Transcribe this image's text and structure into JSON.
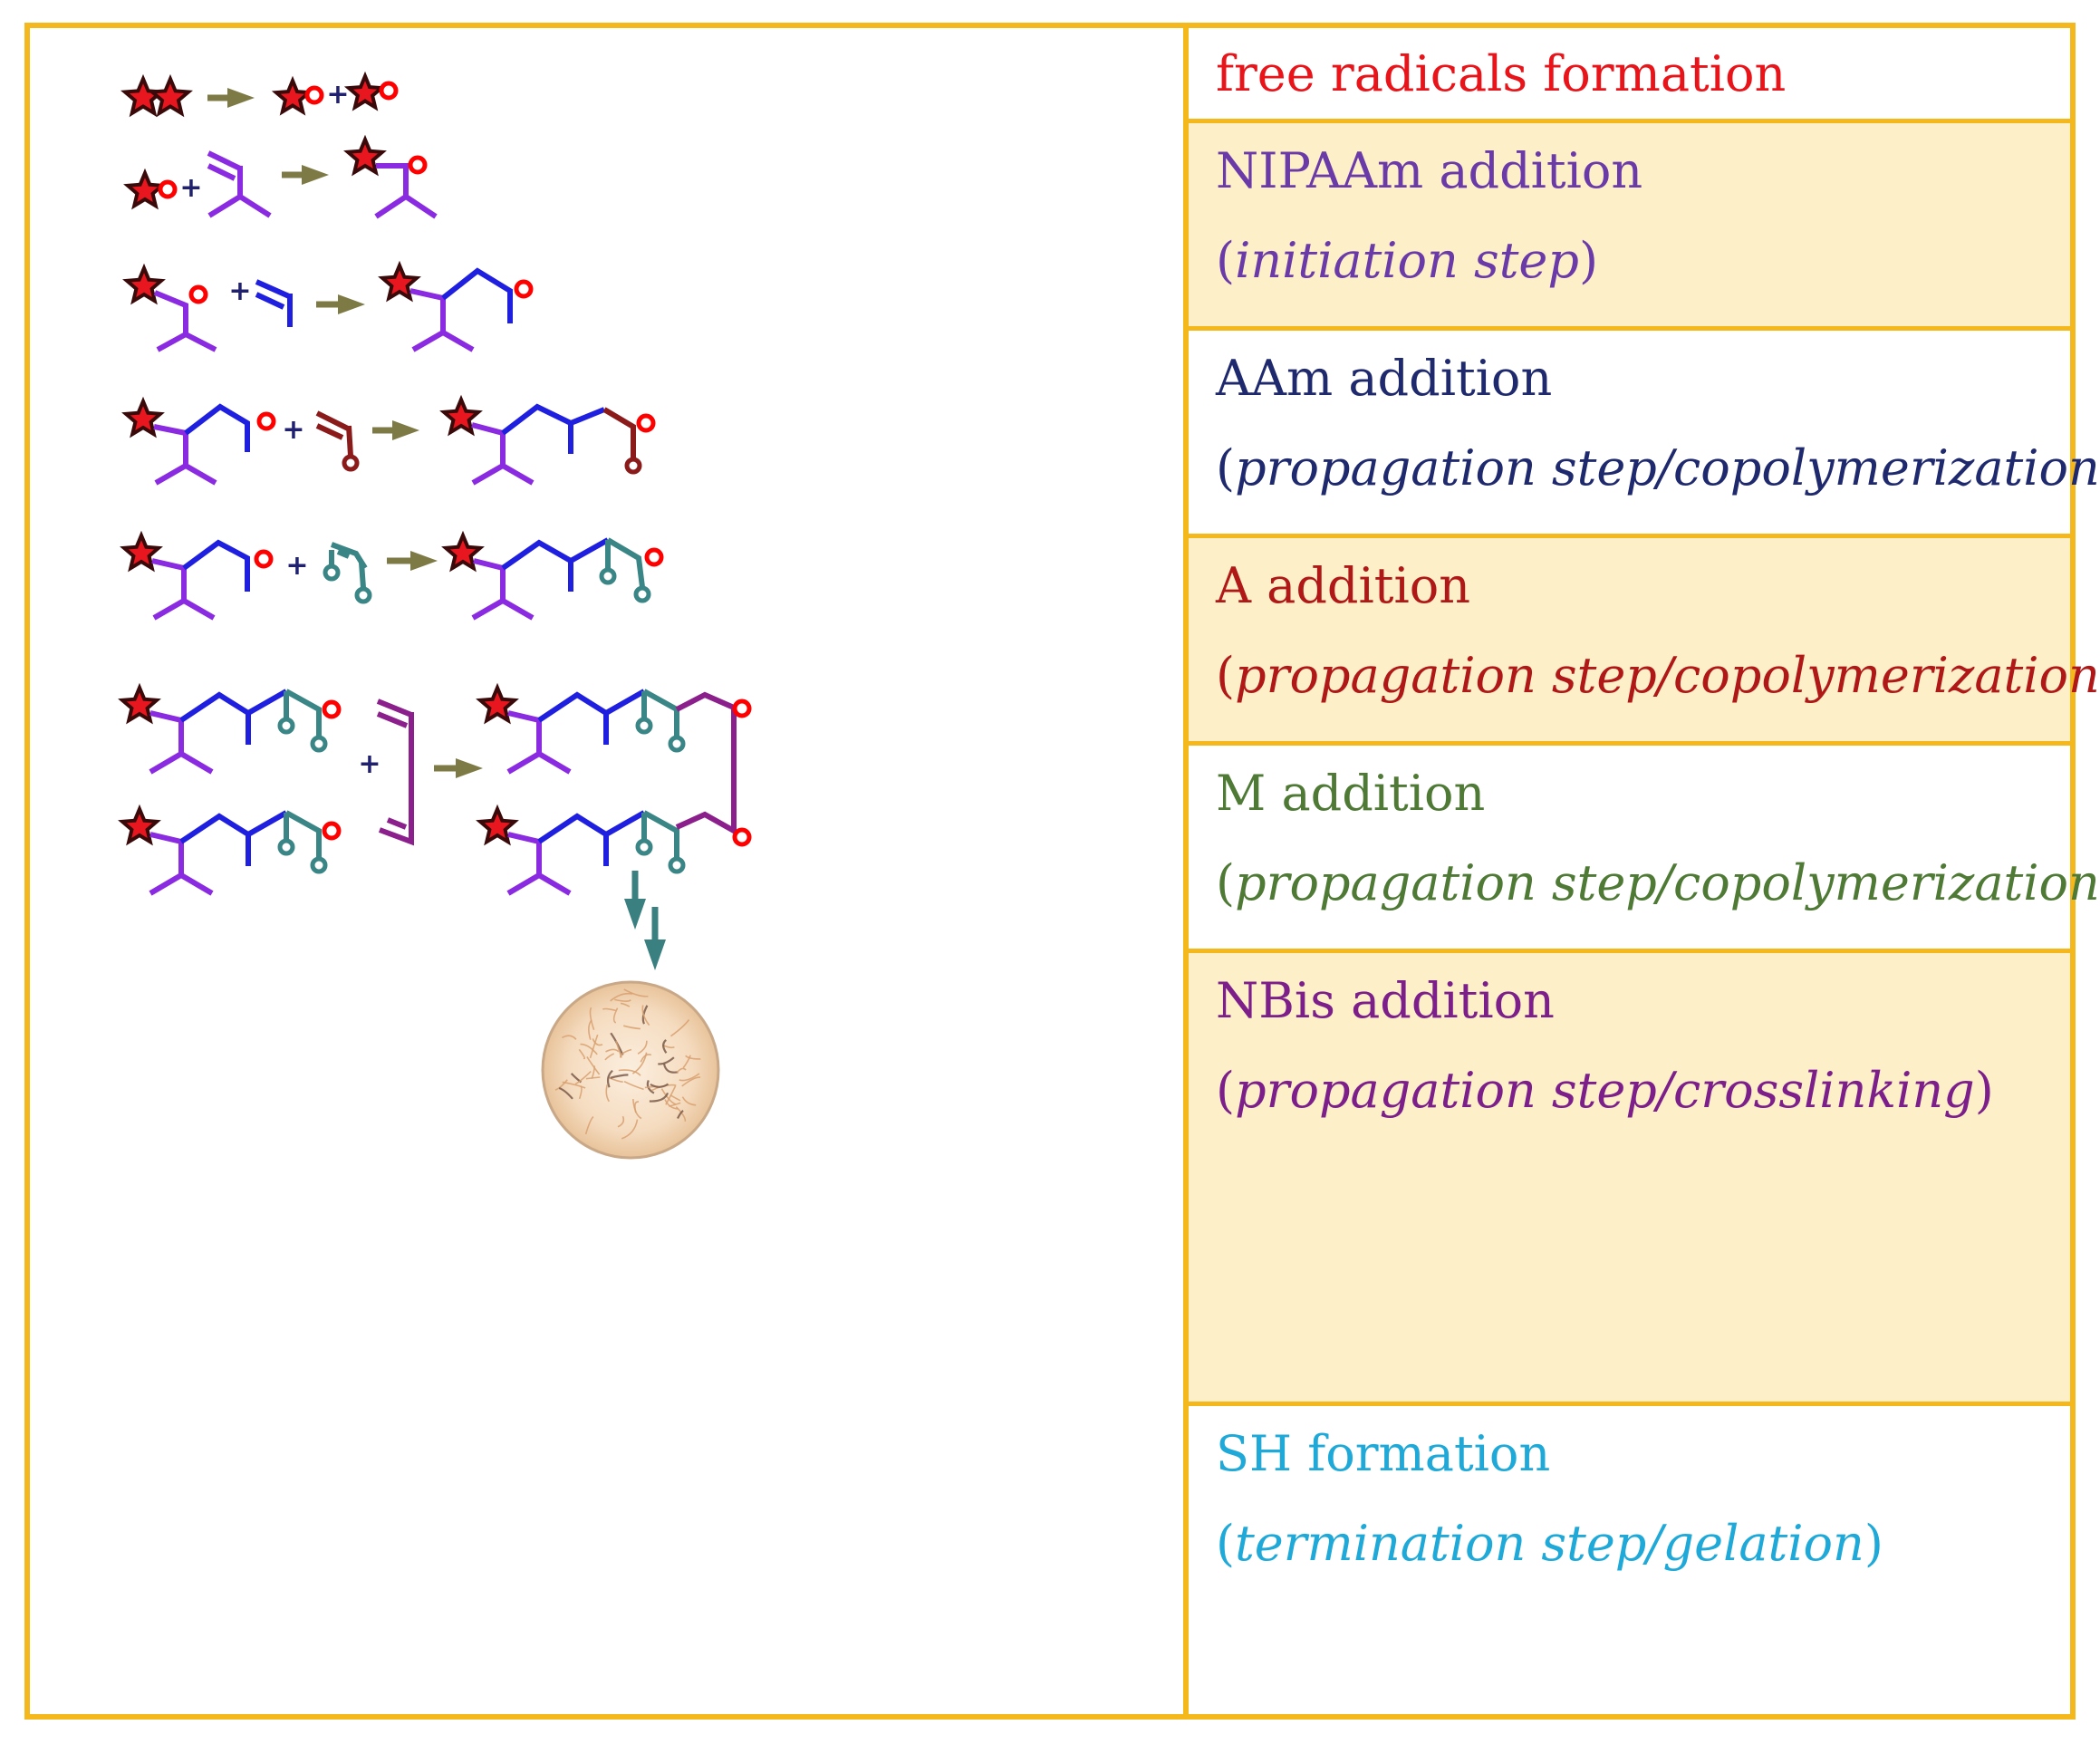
{
  "colors": {
    "border": "#f5b81c",
    "shade": "#fdf0c9",
    "arrow": "#7d7a45",
    "nipaam": "#8a2be2",
    "aam": "#1f1fe0",
    "a": "#8b1a1a",
    "m": "#3a8585",
    "nbis": "#8b1f8b",
    "radical": "#ff0000",
    "star": "#e8171f",
    "down_arrow": "#3a8080"
  },
  "steps": [
    {
      "title": "free radicals formation",
      "sub_open": "",
      "sub_italic": "",
      "sub_close": "",
      "color": "#e8141a"
    },
    {
      "title": "NIPAAm addition",
      "sub_open": "(",
      "sub_italic": "initiation step",
      "sub_close": ")",
      "color": "#6a3aa8"
    },
    {
      "title": "AAm addition",
      "sub_open": "(",
      "sub_italic": "propagation step/copolymerization",
      "sub_close": ")",
      "color": "#1f2a6e"
    },
    {
      "title": "A addition",
      "sub_open": "(",
      "sub_italic": "propagation step/copolymerization",
      "sub_close": ")",
      "color": "#b01818"
    },
    {
      "title": "M addition",
      "sub_open": "(",
      "sub_italic": "propagation step/copolymerization",
      "sub_close": ")",
      "color": "#4f7a35"
    },
    {
      "title": "NBis addition",
      "sub_open": "(",
      "sub_italic": "propagation step/crosslinking",
      "sub_close": ")",
      "color": "#7d1f8b"
    },
    {
      "title": "SH formation",
      "sub_open": "(",
      "sub_italic": "termination step/gelation",
      "sub_close": ")",
      "color": "#1ea9d8"
    }
  ],
  "plus_sign": "+"
}
